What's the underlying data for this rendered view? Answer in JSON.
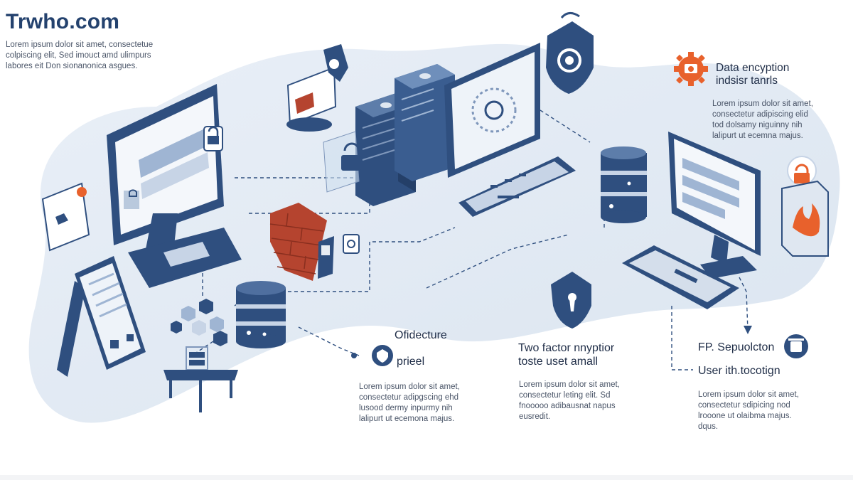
{
  "brand": {
    "title": "Trwho.com",
    "subtitle": "Lorem ipsum dolor sit amet,  consectetue\ncolpiscing elit,  Sed imouct amd  ulimpurs\nlabores eit Don sionanonica asgues."
  },
  "encryption_panel": {
    "title": "Data encyption\nindsisr tanrls",
    "body": "Lorem ipsum dolor sit amet,\nconsectetur adipiscing elid\ntod dolsamy niguinny nih\nlalipurt ut ecemna majus."
  },
  "ofidecture_panel": {
    "title": "Ofidecture",
    "label": "prieel",
    "body": "Lorem ipsum dolor sit amet,\nconsectetur adipgscing ehd\nlusood dermy inpurmy nih\nlalipurt ut ecemona majus."
  },
  "two_factor_panel": {
    "title": "Two factor nnyptior\ntoste uset amall",
    "body": "Lorem ipsum dolor sit amet,\nconsectetur leting elit.  Sd\nfnooooo adibausnat napus\neusredit."
  },
  "separation_panel": {
    "title": "FP. Sepuolcton",
    "subtitle": "User ith.tocotign",
    "body": "Lorem ipsum dolor sit amet,\nconsectetur sdipicing nod\nlrooone ut olaibma majus.\ndqus."
  },
  "colors": {
    "navy": "#2f4f7f",
    "light_blue": "#dfe7f1",
    "accent_orange": "#e8612c",
    "brick": "#b5442f"
  }
}
